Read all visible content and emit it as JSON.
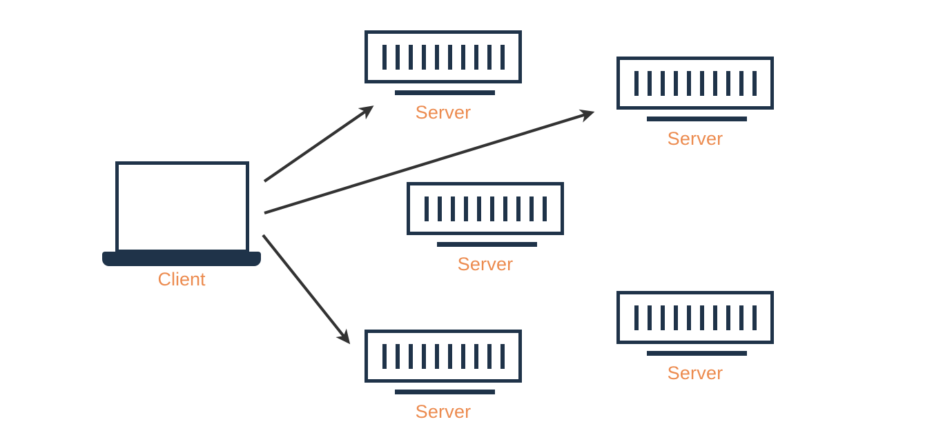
{
  "diagram": {
    "title": "Client to Servers request distribution diagram",
    "background_color": "#ffffff",
    "icon_color": "#1f3349",
    "label_color": "#ec8b4f",
    "arrow_color": "#333333"
  },
  "client": {
    "label": "Client",
    "icon": "laptop-icon"
  },
  "servers": [
    {
      "id": "server-top-center",
      "label": "Server",
      "icon": "server-icon",
      "bar_count": 10,
      "connected": true
    },
    {
      "id": "server-top-right",
      "label": "Server",
      "icon": "server-icon",
      "bar_count": 10,
      "connected": true
    },
    {
      "id": "server-middle-center",
      "label": "Server",
      "icon": "server-icon",
      "bar_count": 10,
      "connected": false
    },
    {
      "id": "server-bottom-center",
      "label": "Server",
      "icon": "server-icon",
      "bar_count": 10,
      "connected": true
    },
    {
      "id": "server-bottom-right",
      "label": "Server",
      "icon": "server-icon",
      "bar_count": 10,
      "connected": false
    }
  ],
  "connections": [
    {
      "id": "arrow-client-to-top-center",
      "from": "client",
      "to": "server-top-center",
      "style": "solid-arrow"
    },
    {
      "id": "arrow-client-to-top-right",
      "from": "client",
      "to": "server-top-right",
      "style": "solid-arrow"
    },
    {
      "id": "arrow-client-to-bottom-center",
      "from": "client",
      "to": "server-bottom-center",
      "style": "solid-arrow"
    }
  ]
}
